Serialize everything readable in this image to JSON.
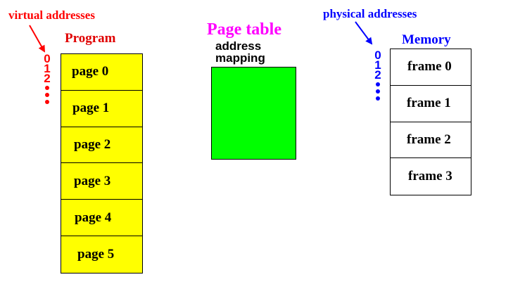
{
  "labels": {
    "virtual_addresses": "virtual addresses",
    "physical_addresses": "physical addresses",
    "program": "Program",
    "memory": "Memory",
    "page_table": "Page table",
    "address_mapping_line1": "address",
    "address_mapping_line2": "mapping"
  },
  "program_pages": [
    "page 0",
    "page 1",
    "page 2",
    "page 3",
    "page 4",
    "page 5"
  ],
  "memory_frames": [
    "frame 0",
    "frame 1",
    "frame 2",
    "frame 3"
  ],
  "virtual_address_digits": [
    "0",
    "1",
    "2"
  ],
  "physical_address_digits": [
    "0",
    "1",
    "2"
  ],
  "colors": {
    "virtual": "#ff0000",
    "physical": "#0000ff",
    "page_table_title": "#ff00ff",
    "page_table_box": "#00ff00",
    "program_fill": "#ffff00"
  }
}
